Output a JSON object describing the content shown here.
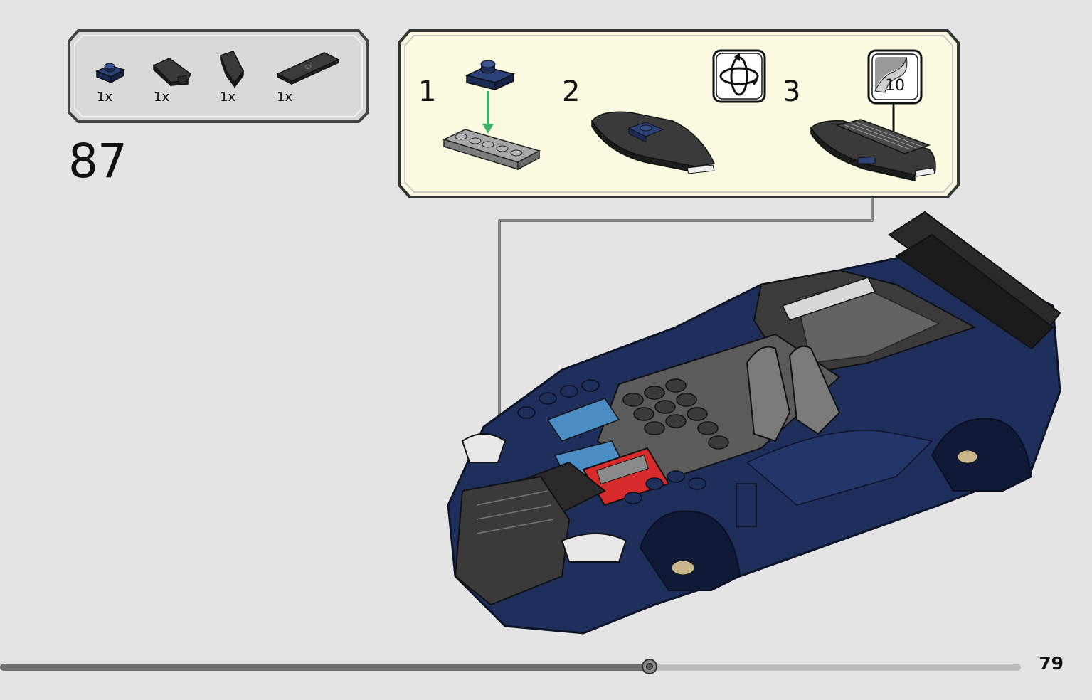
{
  "step": {
    "number": "87"
  },
  "parts_list": {
    "items": [
      {
        "qty": "1x",
        "icon": "navy-plate-1x1-icon",
        "color": "#1e2f5c"
      },
      {
        "qty": "1x",
        "icon": "black-wedge-plate-left-icon",
        "color": "#2a2a2a"
      },
      {
        "qty": "1x",
        "icon": "black-wedge-plate-right-icon",
        "color": "#2a2a2a"
      },
      {
        "qty": "1x",
        "icon": "black-tile-1x4-icon",
        "color": "#2a2a2a"
      }
    ]
  },
  "substeps": [
    {
      "number": "1"
    },
    {
      "number": "2"
    },
    {
      "number": "3"
    }
  ],
  "sticker": {
    "number": "10"
  },
  "page": {
    "number": "79",
    "progress": 0.636
  },
  "colors": {
    "background": "#e4e4e4",
    "parts_panel": "#d9d9d9",
    "substep_panel": "#fbf9df",
    "car_blue": "#1e2f5c",
    "arrow_green": "#3bb36a",
    "engine_red": "#d82b2b"
  }
}
